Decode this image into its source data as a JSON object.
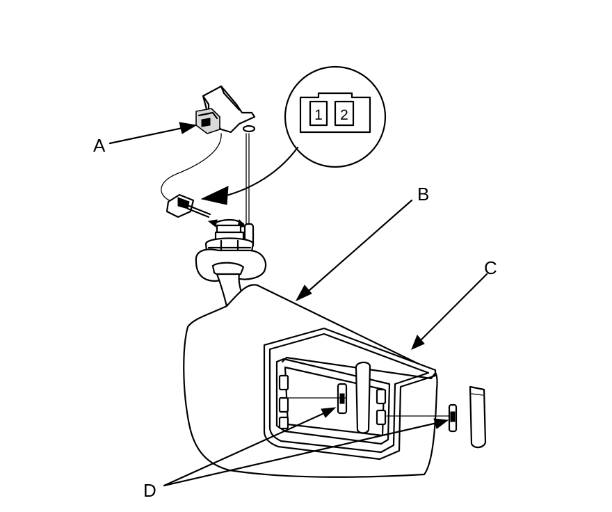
{
  "callouts": {
    "A": "A",
    "B": "B",
    "C": "C",
    "D": "D"
  },
  "connector_detail": {
    "pin_1": "1",
    "pin_2": "2"
  },
  "colors": {
    "line": "#000000",
    "background": "#ffffff",
    "shade": "#d9d9d9"
  }
}
